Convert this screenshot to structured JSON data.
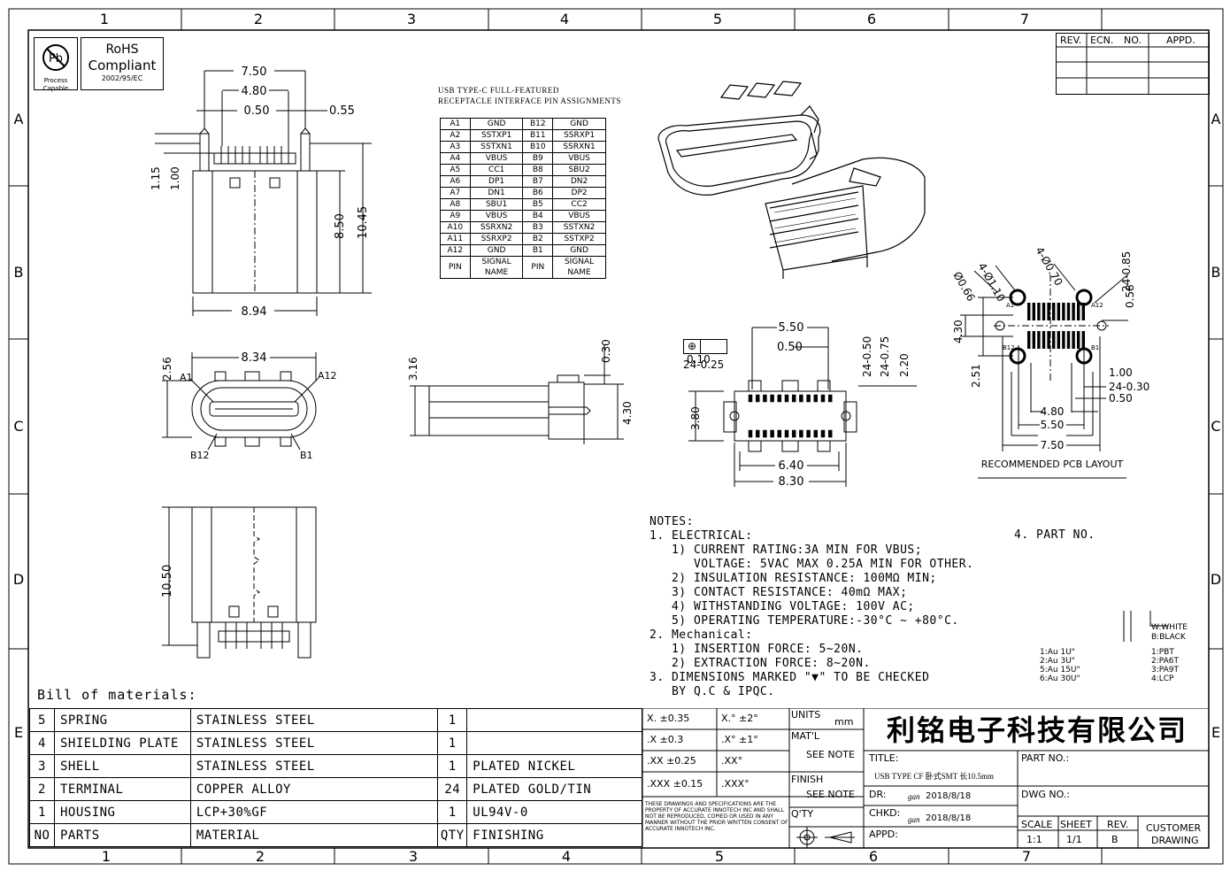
{
  "zones": {
    "cols": [
      "1",
      "2",
      "3",
      "4",
      "5",
      "6",
      "7"
    ],
    "rows": [
      "A",
      "B",
      "C",
      "D",
      "E"
    ]
  },
  "rohs": {
    "symbol": "Pb",
    "process1": "Process",
    "process2": "Capable",
    "line1": "RoHS",
    "line2": "Compliant",
    "directive": "2002/95/EC"
  },
  "revision": {
    "headers": [
      "REV.",
      "ECN.",
      "NO.",
      "APPD."
    ]
  },
  "pin_table": {
    "title1": "USB TYPE-C FULL-FEATURED",
    "title2": "RECEPTACLE INTERFACE PIN ASSIGNMENTS",
    "rows": [
      [
        "A1",
        "GND",
        "B12",
        "GND"
      ],
      [
        "A2",
        "SSTXP1",
        "B11",
        "SSRXP1"
      ],
      [
        "A3",
        "SSTXN1",
        "B10",
        "SSRXN1"
      ],
      [
        "A4",
        "VBUS",
        "B9",
        "VBUS"
      ],
      [
        "A5",
        "CC1",
        "B8",
        "SBU2"
      ],
      [
        "A6",
        "DP1",
        "B7",
        "DN2"
      ],
      [
        "A7",
        "DN1",
        "B6",
        "DP2"
      ],
      [
        "A8",
        "SBU1",
        "B5",
        "CC2"
      ],
      [
        "A9",
        "VBUS",
        "B4",
        "VBUS"
      ],
      [
        "A10",
        "SSRXN2",
        "B3",
        "SSTXN2"
      ],
      [
        "A11",
        "SSRXP2",
        "B2",
        "SSTXP2"
      ],
      [
        "A12",
        "GND",
        "B1",
        "GND"
      ],
      [
        "PIN",
        "SIGNAL NAME",
        "PIN",
        "SIGNAL NAME"
      ]
    ]
  },
  "dims": {
    "top_view": {
      "d750": "7.50",
      "d480": "4.80",
      "d050": "0.50",
      "d055": "0.55",
      "d115": "1.15",
      "d100": "1.00",
      "d850": "8.50",
      "d1045": "10.45",
      "d894": "8.94"
    },
    "front_view": {
      "d834": "8.34",
      "d256": "2.56",
      "a1": "A1",
      "a12": "A12",
      "b12": "B12",
      "b1": "B1"
    },
    "side_view": {
      "d316": "3.16",
      "d030": "0.30",
      "d430": "4.30"
    },
    "bottom_view": {
      "d1050": "10.50"
    },
    "smt_view": {
      "tol": "0.10",
      "d550": "5.50",
      "d050": "0.50",
      "d24_025": "24-0.25",
      "d24_050": "24-0.50",
      "d24_075": "24-0.75",
      "d220": "2.20",
      "d380": "3.80",
      "d640": "6.40",
      "d830": "8.30"
    },
    "pcb": {
      "h110": "4-Ø1.10",
      "h070": "4-Ø0.70",
      "d24_085": "24-0.85",
      "d066": "Ø0.66",
      "d058": "0.58",
      "d430": "4.30",
      "d251": "2.51",
      "d100": "1.00",
      "d24_030": "24-0.30",
      "d050": "0.50",
      "d480": "4.80",
      "d550": "5.50",
      "d750": "7.50",
      "a1": "A1",
      "a12": "A12",
      "b12": "B12",
      "b1": "B1",
      "caption": "RECOMMENDED PCB LAYOUT"
    }
  },
  "notes": {
    "lines": [
      "NOTES:",
      "1. ELECTRICAL:",
      "   1) CURRENT RATING:3A MIN FOR VBUS;",
      "      VOLTAGE: 5VAC MAX 0.25A MIN FOR OTHER.",
      "   2) INSULATION RESISTANCE: 100MΩ MIN;",
      "   3) CONTACT RESISTANCE: 40mΩ MAX;",
      "   4) WITHSTANDING VOLTAGE: 100V AC;",
      "   5) OPERATING TEMPERATURE:-30°C ~ +80°C.",
      "2. Mechanical:",
      "   1) INSERTION FORCE: 5~20N.",
      "   2) EXTRACTION FORCE: 8~20N.",
      "3. DIMENSIONS MARKED \"▼\" TO BE CHECKED",
      "   BY Q.C & IPQC."
    ]
  },
  "part_no": {
    "title": "4. PART NO.",
    "plating": [
      "1:Au 1U\"",
      "2:Au 3U\"",
      "5:Au 15U\"",
      "6:Au 30U\""
    ],
    "material": [
      "1:PBT",
      "2:PA6T",
      "3:PA9T",
      "4:LCP"
    ],
    "color": [
      "W:WHITE",
      "B:BLACK"
    ]
  },
  "bom": {
    "title": "Bill of materials:",
    "rows": [
      [
        "5",
        "SPRING",
        "STAINLESS STEEL",
        "1",
        ""
      ],
      [
        "4",
        "SHIELDING PLATE",
        "STAINLESS STEEL",
        "1",
        ""
      ],
      [
        "3",
        "SHELL",
        "STAINLESS STEEL",
        "1",
        "PLATED NICKEL"
      ],
      [
        "2",
        "TERMINAL",
        "COPPER ALLOY",
        "24",
        "PLATED GOLD/TIN"
      ],
      [
        "1",
        "HOUSING",
        "LCP+30%GF",
        "1",
        "UL94V-0"
      ],
      [
        "NO",
        "PARTS",
        "MATERIAL",
        "QTY",
        "FINISHING"
      ]
    ]
  },
  "title_block": {
    "tol": [
      [
        "X. ±0.35",
        "X.° ±2°"
      ],
      [
        ".X ±0.3",
        ".X° ±1°"
      ],
      [
        ".XX ±0.25",
        ".XX°"
      ],
      [
        ".XXX ±0.15",
        ".XXX°"
      ]
    ],
    "units_label": "UNITS",
    "units_value": "mm",
    "matl_label": "MAT'L",
    "matl_value": "SEE NOTE",
    "finish_label": "FINISH",
    "finish_value": "SEE NOTE",
    "qty_label": "Q'TY",
    "disclaimer": "THESE DRAWINGS AND SPECIFICATIONS ARE THE PROPERTY OF ACCURATE INNOTECH INC AND SHALL NOT BE REPRODUCED, COPIED OR USED IN ANY MANNER WITHOUT THE PRIOR WRITTEN CONSENT OF ACCURATE INNOTECH INC.",
    "company": "利铭电子科技有限公司",
    "title_label": "TITLE:",
    "title_value": "USB TYPE CF 卧式SMT 长10.5mm",
    "dr_label": "DR:",
    "dr_sign": "gan",
    "dr_date": "2018/8/18",
    "chkd_label": "CHKD:",
    "chkd_sign": "gan",
    "chkd_date": "2018/8/18",
    "appd_label": "APPD:",
    "partno_label": "PART NO.:",
    "dwgno_label": "DWG NO.:",
    "scale_label": "SCALE",
    "scale_value": "1:1",
    "sheet_label": "SHEET",
    "sheet_value": "1/1",
    "rev_label": "REV.",
    "rev_value": "B",
    "customer1": "CUSTOMER",
    "customer2": "DRAWING"
  }
}
